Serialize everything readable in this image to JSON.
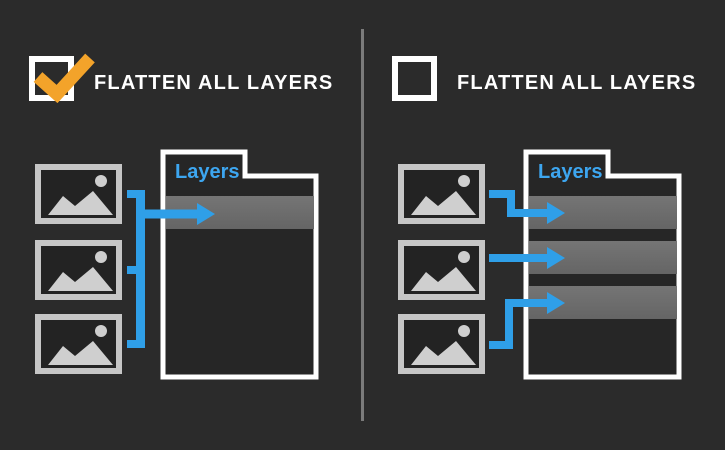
{
  "colors": {
    "background": "#2b2b2b",
    "accent_blue": "#2f9fe8",
    "title_blue": "#3da6f0",
    "accent_orange": "#f3a32a",
    "outline_white": "#ffffff",
    "layer_row_gray": "#6e6e6e",
    "panel_fill": "#262626",
    "divider_gray": "#7b7b7b",
    "thumbnail_border_gray": "#c6c6c6"
  },
  "left": {
    "heading": "FLATTEN ALL LAYERS",
    "checkbox": {
      "checked": true
    },
    "image_count": 3,
    "layers_panel": {
      "title": "Layers",
      "layer_count": 1
    }
  },
  "right": {
    "heading": "FLATTEN ALL LAYERS",
    "checkbox": {
      "checked": false
    },
    "image_count": 3,
    "layers_panel": {
      "title": "Layers",
      "layer_count": 3
    }
  }
}
